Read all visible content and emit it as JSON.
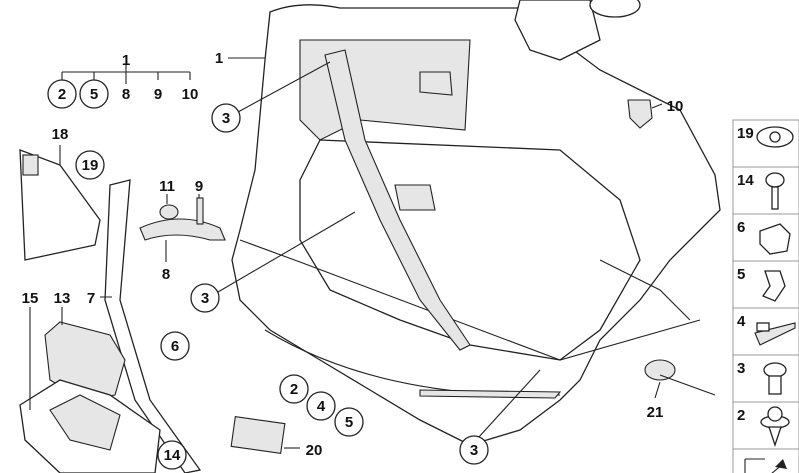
{
  "diagram": {
    "callouts": [
      {
        "id": "c1a",
        "text": "1",
        "circled": false
      },
      {
        "id": "c2a",
        "text": "2",
        "circled": true
      },
      {
        "id": "c5a",
        "text": "5",
        "circled": true
      },
      {
        "id": "c8a",
        "text": "8",
        "circled": false
      },
      {
        "id": "c9a",
        "text": "9",
        "circled": false
      },
      {
        "id": "c10a",
        "text": "10",
        "circled": false
      },
      {
        "id": "c1b",
        "text": "1",
        "circled": false
      },
      {
        "id": "c3a",
        "text": "3",
        "circled": true
      },
      {
        "id": "c18",
        "text": "18",
        "circled": false
      },
      {
        "id": "c19",
        "text": "19",
        "circled": true
      },
      {
        "id": "c11",
        "text": "11",
        "circled": false
      },
      {
        "id": "c9b",
        "text": "9",
        "circled": false
      },
      {
        "id": "c8b",
        "text": "8",
        "circled": false
      },
      {
        "id": "c3b",
        "text": "3",
        "circled": true
      },
      {
        "id": "c15",
        "text": "15",
        "circled": false
      },
      {
        "id": "c13",
        "text": "13",
        "circled": false
      },
      {
        "id": "c7",
        "text": "7",
        "circled": false
      },
      {
        "id": "c6",
        "text": "6",
        "circled": true
      },
      {
        "id": "c14",
        "text": "14",
        "circled": true
      },
      {
        "id": "c2b",
        "text": "2",
        "circled": true
      },
      {
        "id": "c4",
        "text": "4",
        "circled": true
      },
      {
        "id": "c5b",
        "text": "5",
        "circled": true
      },
      {
        "id": "c20",
        "text": "20",
        "circled": false
      },
      {
        "id": "c3c",
        "text": "3",
        "circled": true
      },
      {
        "id": "c21",
        "text": "21",
        "circled": false
      },
      {
        "id": "c10b",
        "text": "10",
        "circled": false
      }
    ],
    "legend_panels": [
      {
        "text": "19",
        "icon": "grommet-icon"
      },
      {
        "text": "14",
        "icon": "screw-icon"
      },
      {
        "text": "6",
        "icon": "clip-icon"
      },
      {
        "text": "5",
        "icon": "spring-clip-icon"
      },
      {
        "text": "4",
        "icon": "strip-clip-icon"
      },
      {
        "text": "3",
        "icon": "short-screw-icon"
      },
      {
        "text": "2",
        "icon": "expanding-rivet-icon"
      },
      {
        "text": "",
        "icon": "arrow-icon"
      }
    ]
  }
}
